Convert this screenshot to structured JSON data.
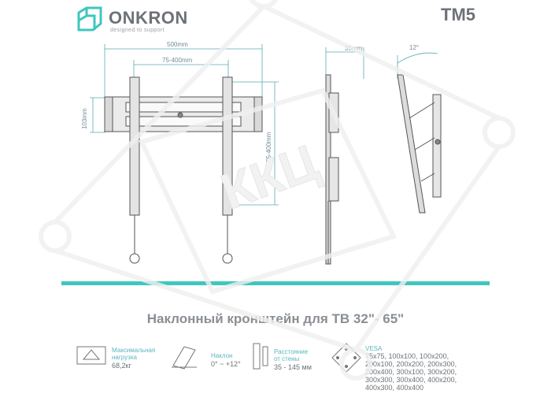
{
  "brand": {
    "name": "ONKRON",
    "tagline": "designed to support"
  },
  "model": "TM5",
  "dimensions": {
    "width_500": "500mm",
    "vesa_h": "75-400mm",
    "height_103": "103mm",
    "vesa_v": "75-400mm",
    "depth_35": "35mm",
    "tilt": "12°"
  },
  "title": "Наклонный кронштейн для ТВ 32\"- 65\"",
  "specs": {
    "load": {
      "label_1": "Максимальная",
      "label_2": "нагрузка",
      "value": "68,2кг"
    },
    "tilt": {
      "label": "Наклон",
      "value": "0° ~ +12°"
    },
    "distance": {
      "label_1": "Расстояние",
      "label_2": "от стены",
      "value": "35 - 145 мм"
    },
    "vesa": {
      "label": "VESA",
      "lines": [
        "75x75, 100x100, 100x200,",
        "200x100, 200x200, 200x300,",
        "200x400, 300x100, 300x200,",
        "300x300, 300x400, 400x200,",
        "400x300, 400x400"
      ]
    }
  },
  "watermark": "ККЦ",
  "colors": {
    "accent": "#3fc6be",
    "text": "#7a7f85",
    "label": "#5db5c2"
  }
}
